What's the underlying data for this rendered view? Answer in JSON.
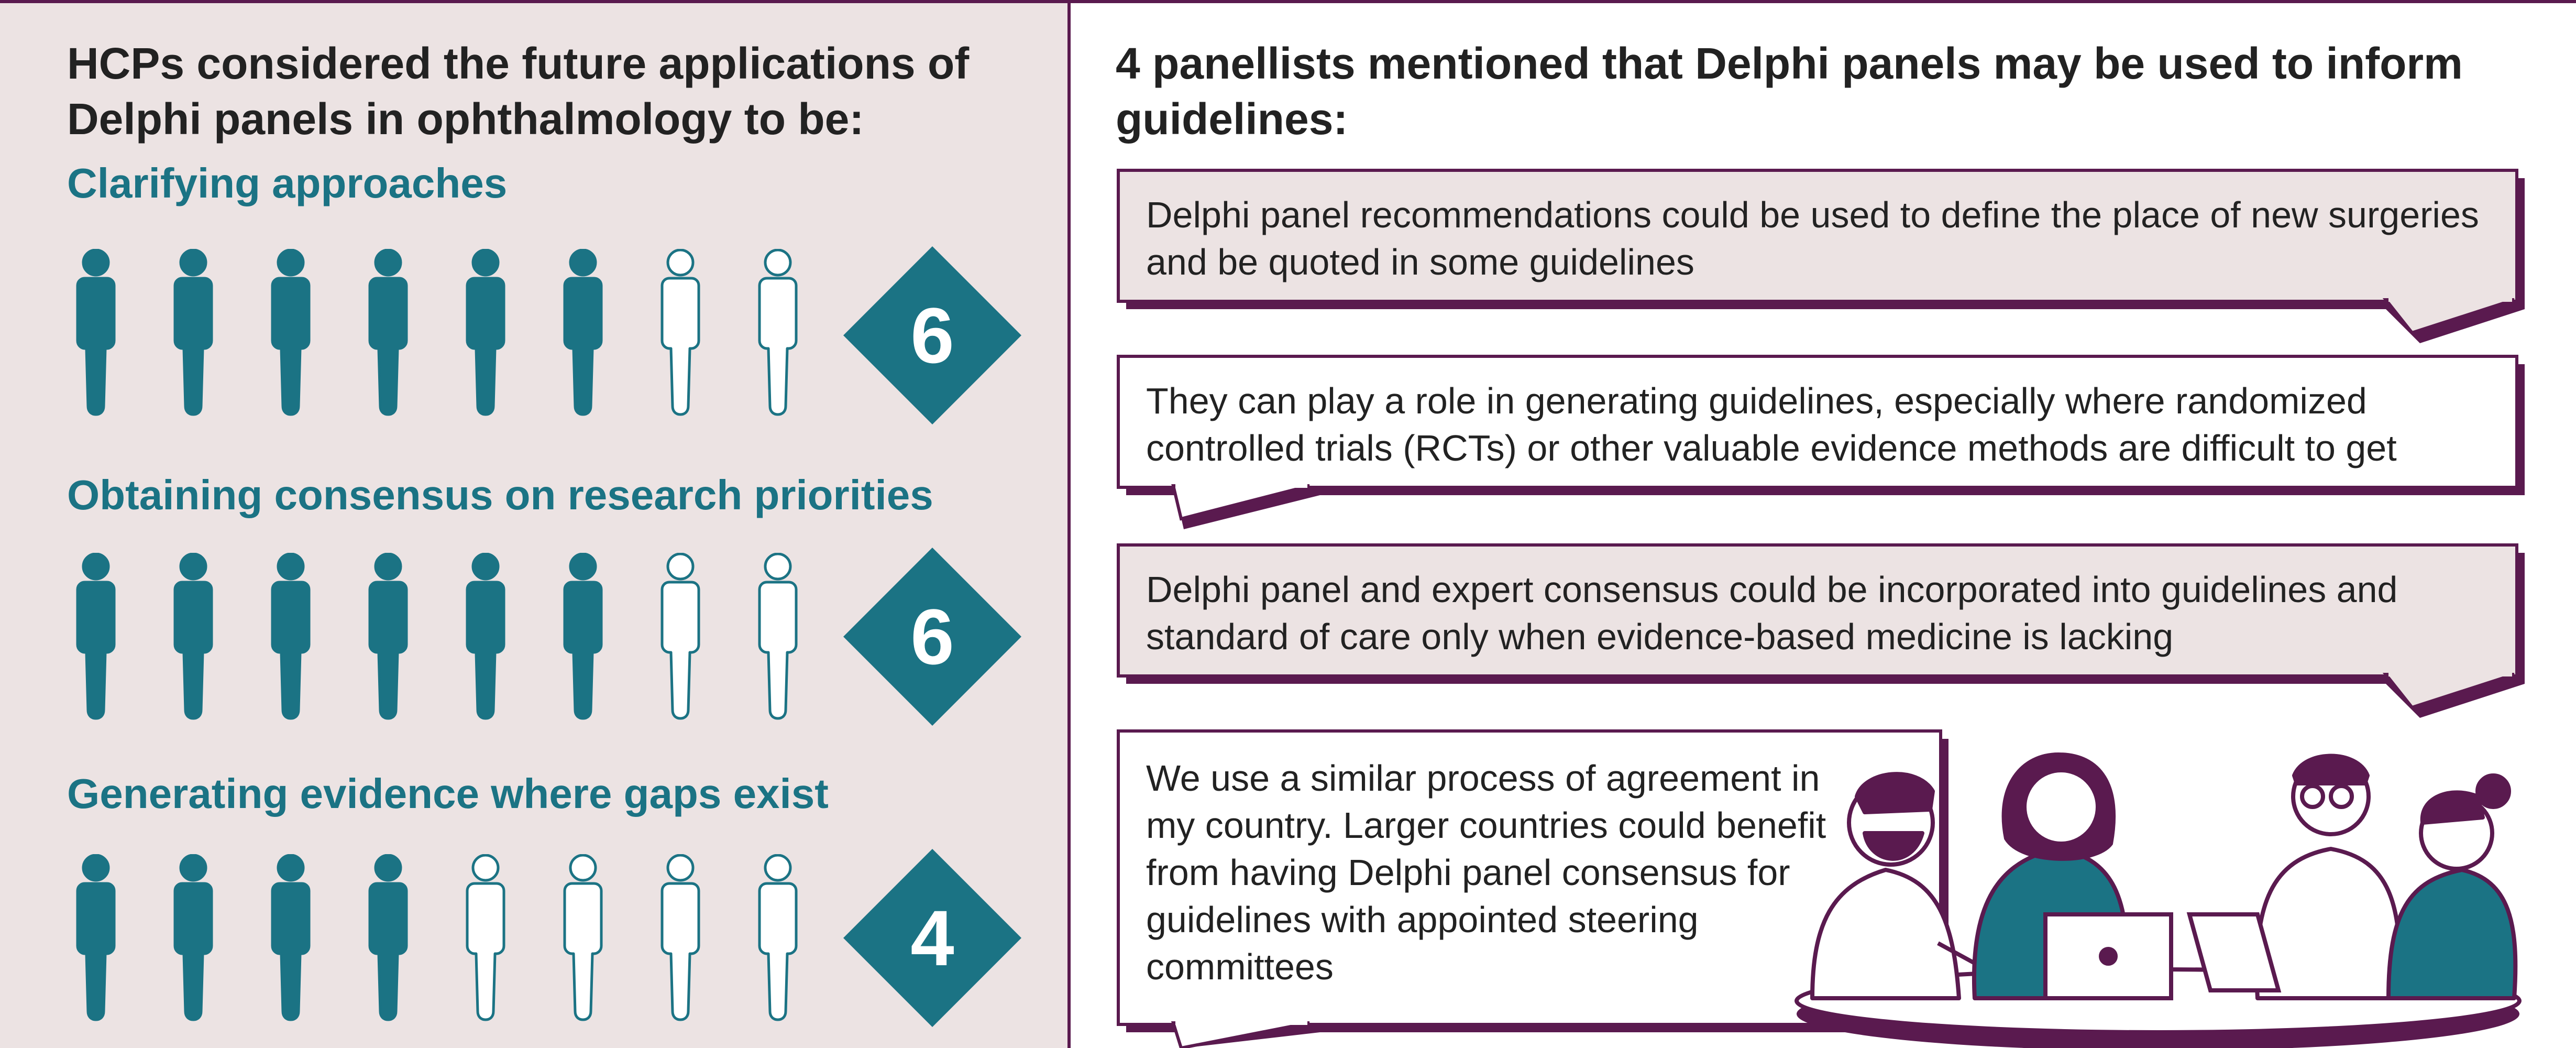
{
  "left": {
    "heading": "HCPs considered the future applications of Delphi panels in ophthalmology to be:",
    "categories": [
      {
        "title": "Clarifying approaches",
        "count": 6,
        "total": 8
      },
      {
        "title": "Obtaining consensus on research priorities",
        "count": 6,
        "total": 8
      },
      {
        "title": "Generating evidence where gaps exist",
        "count": 4,
        "total": 8
      }
    ]
  },
  "right": {
    "heading": "4 panellists mentioned that Delphi panels may be used to inform guidelines:",
    "quotes": [
      "Delphi panel recommendations could be used to define the place of new surgeries and be quoted in some guidelines",
      "They can play a role in generating guidelines, especially where randomized controlled trials (RCTs) or other valuable evidence methods are difficult to get",
      "Delphi panel and expert consensus could be incorporated into guidelines and standard of care only when evidence-based medicine is lacking",
      "We use a similar process of agreement in my country. Larger countries could benefit from having Delphi panel consensus for guidelines with appointed steering committees"
    ]
  },
  "colors": {
    "teal": "#1b7384",
    "plum": "#5a1a4f",
    "panel_bg": "#ece3e3",
    "bubble_bg": "#ece3e3"
  },
  "icons": [
    "person-icon",
    "number-diamond",
    "speech-bubble",
    "meeting-illustration"
  ]
}
